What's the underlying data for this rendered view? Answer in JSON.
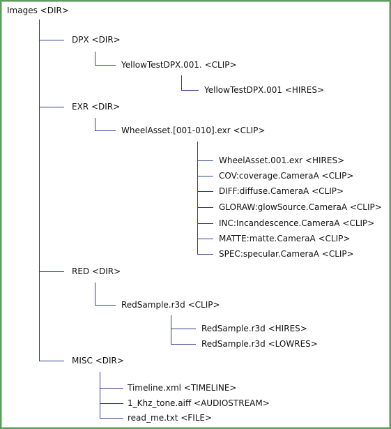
{
  "tree": {
    "root": "Images <DIR>",
    "dpx": {
      "label": "DPX <DIR>",
      "clip": "YellowTestDPX.001. <CLIP>",
      "hires": "YellowTestDPX.001 <HIRES>"
    },
    "exr": {
      "label": "EXR <DIR>",
      "clip": "WheelAsset.[001-010].exr <CLIP>",
      "children": [
        "WheelAsset.001.exr <HIRES>",
        "COV:coverage.CameraA <CLIP>",
        "DIFF:diffuse.CameraA <CLIP>",
        "GLORAW:glowSource.CameraA <CLIP>",
        "INC:Incandescence.CameraA <CLIP>",
        "MATTE:matte.CameraA <CLIP>",
        "SPEC:specular.CameraA <CLIP>"
      ]
    },
    "red": {
      "label": "RED <DIR>",
      "clip": "RedSample.r3d <CLIP>",
      "hires": "RedSample.r3d <HIRES>",
      "lowres": "RedSample.r3d <LOWRES>"
    },
    "misc": {
      "label": "MISC <DIR>",
      "children": [
        "Timeline.xml <TIMELINE>",
        "1_Khz_tone.aiff <AUDIOSTREAM>",
        "read_me.txt <FILE>"
      ]
    }
  }
}
